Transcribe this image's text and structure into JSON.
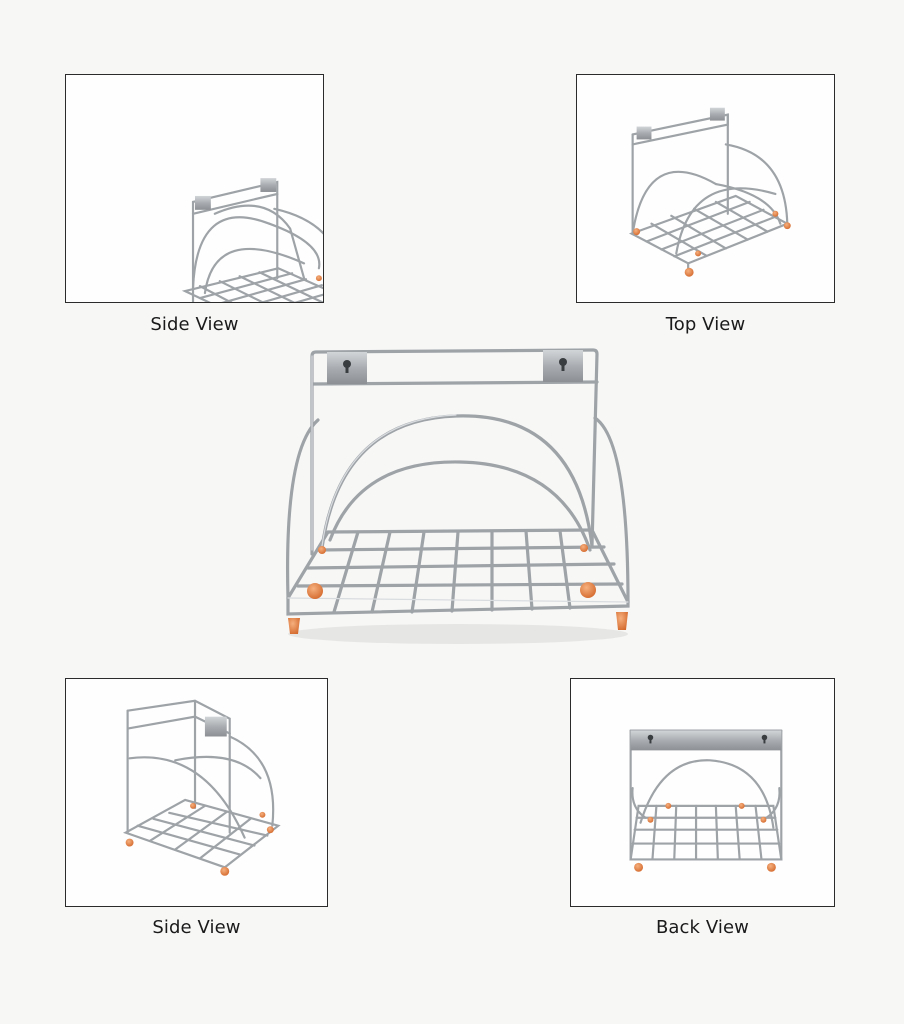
{
  "views": [
    {
      "caption": "Side View"
    },
    {
      "caption": "Top View"
    },
    {
      "caption": "Side View"
    },
    {
      "caption": "Back View"
    }
  ],
  "colors": {
    "wire": "#9ea3a8",
    "wire_highlight": "#d9dcdf",
    "rubber_feet": "#e5834a",
    "frame_border": "#2b2b2b",
    "background": "#f7f7f6"
  },
  "icons": [
    "keyhole-icon"
  ]
}
